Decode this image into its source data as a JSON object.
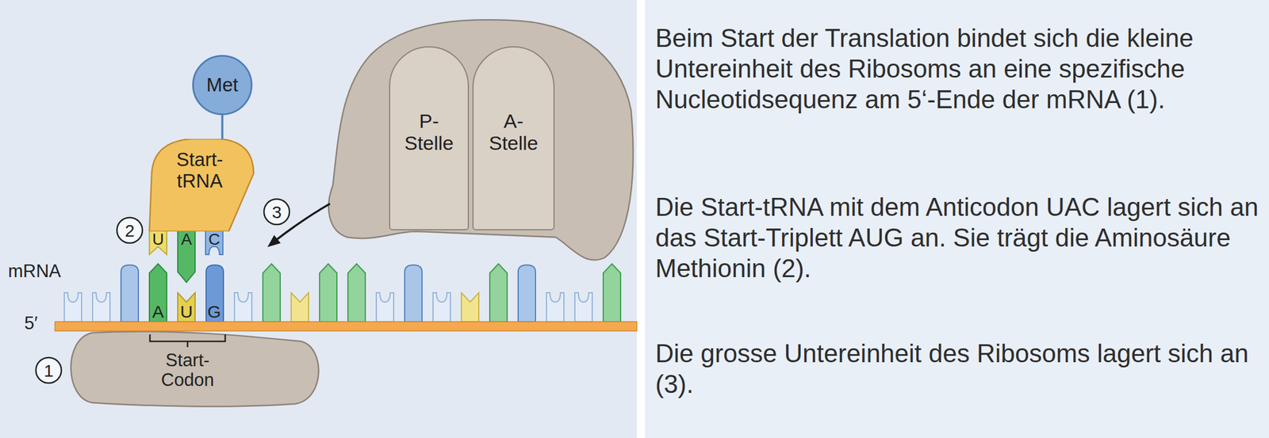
{
  "diagram": {
    "nodes": [
      {
        "text": [
          "Met"
        ]
      },
      {
        "text": [
          "Start- tRNA"
        ]
      },
      {
        "text": [
          "P- Stelle"
        ]
      },
      {
        "text": [
          "A- Stelle"
        ]
      }
    ],
    "edges": [
      {
        "from": 0,
        "to": 1,
        "arrow": "none"
      }
    ],
    "labels": [
      "U",
      "A",
      "C",
      "mRNA",
      "5′",
      "A",
      "U",
      "G",
      "Start- Codon",
      "1",
      "2",
      "3",
      "Beim Start der Translation bindet sich die kleine Untereinheit des Ribosoms an eine spezifische Nucleotidsequenz am 5‘-Ende der mRNA (1).",
      "Die Start-tRNA mit dem Anticodon UAC lagert sich an das Start-Triplett AUG an. Sie trägt die Aminosäure Methionin (2).",
      "Die grosse Untereinheit des Ribosoms lagert sich an (3)."
    ]
  }
}
